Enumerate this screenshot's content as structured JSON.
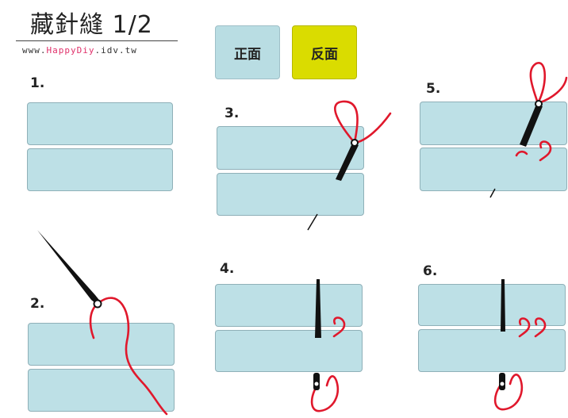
{
  "header": {
    "title": "藏針縫 1/2",
    "url_pre": "www.",
    "url_highlight": "HappyDiy",
    "url_post": ".idv.tw"
  },
  "view_buttons": {
    "front_label": "正面",
    "back_label": "反面"
  },
  "steps": [
    "1.",
    "2.",
    "3.",
    "4.",
    "5.",
    "6."
  ],
  "colors": {
    "cloth": "#bde0e6",
    "thread": "#e0182c",
    "needle": "#111111",
    "front_button": "#b9dde3",
    "back_button": "#dadc00"
  }
}
